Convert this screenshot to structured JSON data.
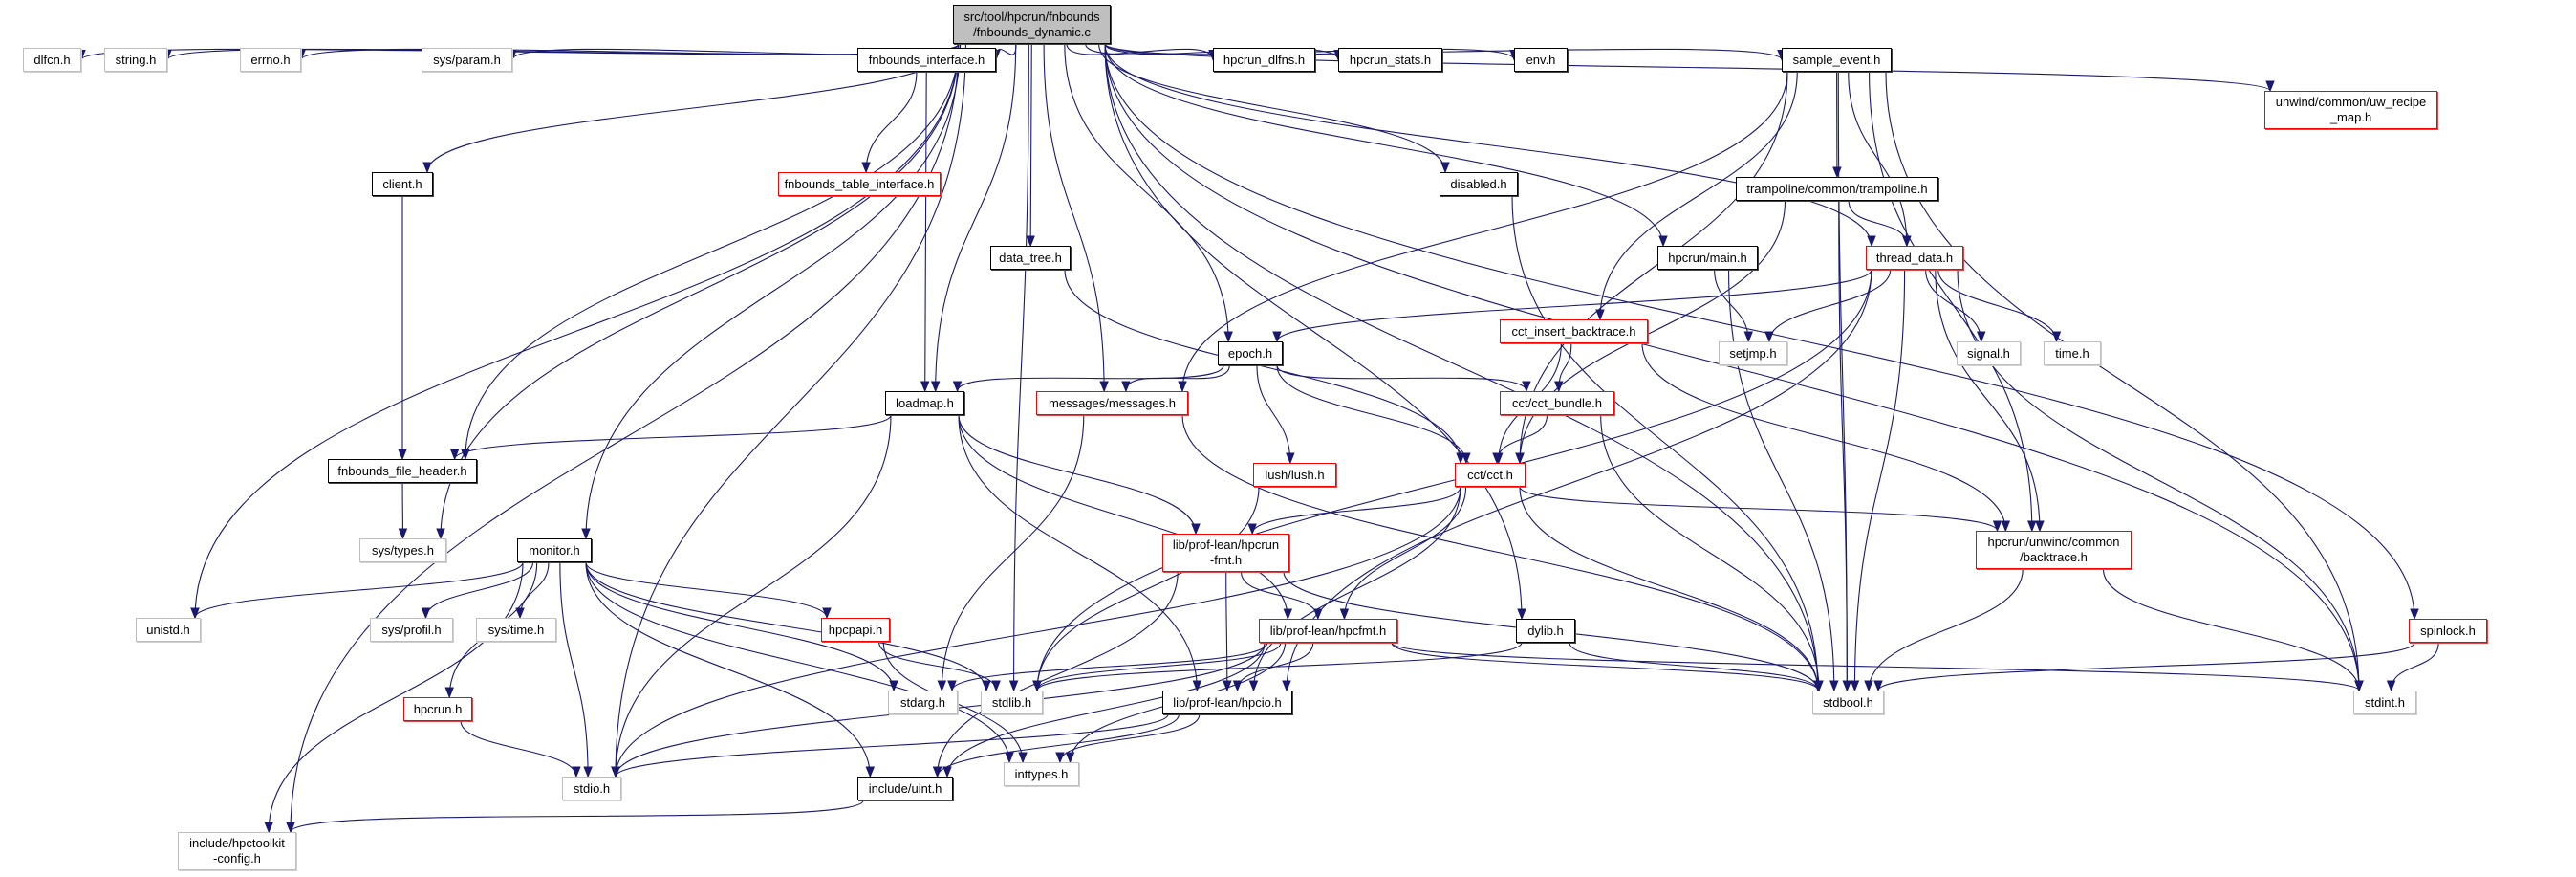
{
  "diagram": {
    "title": "src/tool/hpcrun/fnbounds/fnbounds_dynamic.c include dependency graph",
    "colors": {
      "edge": "#191970",
      "root_fill": "#bfbfbf",
      "documented_border": "#000000",
      "truncated_border": "#ff0000",
      "system_border": "#bfbfbf"
    },
    "legend_kinds": {
      "root": "file being documented (gray)",
      "local": "documented header (black border)",
      "red": "header with truncated include graph (red border)",
      "system": "system / undocumented header (gray border)"
    },
    "nodes": [
      {
        "id": "root",
        "label": "src/tool/hpcrun/fnbounds\n/fnbounds_dynamic.c",
        "kind": "root"
      },
      {
        "id": "dlfcn",
        "label": "dlfcn.h",
        "kind": "system"
      },
      {
        "id": "string",
        "label": "string.h",
        "kind": "system"
      },
      {
        "id": "errno",
        "label": "errno.h",
        "kind": "system"
      },
      {
        "id": "sysparam",
        "label": "sys/param.h",
        "kind": "system"
      },
      {
        "id": "fnbiface",
        "label": "fnbounds_interface.h",
        "kind": "local"
      },
      {
        "id": "dlfns",
        "label": "hpcrun_dlfns.h",
        "kind": "local"
      },
      {
        "id": "stats",
        "label": "hpcrun_stats.h",
        "kind": "local"
      },
      {
        "id": "env",
        "label": "env.h",
        "kind": "local"
      },
      {
        "id": "sample",
        "label": "sample_event.h",
        "kind": "local"
      },
      {
        "id": "uwmap",
        "label": "unwind/common/uw_recipe\n_map.h",
        "kind": "red"
      },
      {
        "id": "client",
        "label": "client.h",
        "kind": "local"
      },
      {
        "id": "fntable",
        "label": "fnbounds_table_interface.h",
        "kind": "red"
      },
      {
        "id": "disabled",
        "label": "disabled.h",
        "kind": "local"
      },
      {
        "id": "tramp",
        "label": "trampoline/common/trampoline.h",
        "kind": "local"
      },
      {
        "id": "datatree",
        "label": "data_tree.h",
        "kind": "local"
      },
      {
        "id": "hmain",
        "label": "hpcrun/main.h",
        "kind": "local"
      },
      {
        "id": "thread",
        "label": "thread_data.h",
        "kind": "red"
      },
      {
        "id": "epoch",
        "label": "epoch.h",
        "kind": "local"
      },
      {
        "id": "cctins",
        "label": "cct_insert_backtrace.h",
        "kind": "red"
      },
      {
        "id": "setjmp",
        "label": "setjmp.h",
        "kind": "system"
      },
      {
        "id": "signal",
        "label": "signal.h",
        "kind": "system"
      },
      {
        "id": "time",
        "label": "time.h",
        "kind": "system"
      },
      {
        "id": "loadmap",
        "label": "loadmap.h",
        "kind": "local"
      },
      {
        "id": "messages",
        "label": "messages/messages.h",
        "kind": "red"
      },
      {
        "id": "bundle",
        "label": "cct/cct_bundle.h",
        "kind": "red"
      },
      {
        "id": "fnbfh",
        "label": "fnbounds_file_header.h",
        "kind": "local"
      },
      {
        "id": "lush",
        "label": "lush/lush.h",
        "kind": "red"
      },
      {
        "id": "cct",
        "label": "cct/cct.h",
        "kind": "red"
      },
      {
        "id": "systypes",
        "label": "sys/types.h",
        "kind": "system"
      },
      {
        "id": "monitor",
        "label": "monitor.h",
        "kind": "local"
      },
      {
        "id": "hpcrunfmt",
        "label": "lib/prof-lean/hpcrun\n-fmt.h",
        "kind": "red"
      },
      {
        "id": "backtrace",
        "label": "hpcrun/unwind/common\n/backtrace.h",
        "kind": "red"
      },
      {
        "id": "unistd",
        "label": "unistd.h",
        "kind": "system"
      },
      {
        "id": "sysprofil",
        "label": "sys/profil.h",
        "kind": "system"
      },
      {
        "id": "systime",
        "label": "sys/time.h",
        "kind": "system"
      },
      {
        "id": "hpcpapi",
        "label": "hpcpapi.h",
        "kind": "red"
      },
      {
        "id": "hpcfmt",
        "label": "lib/prof-lean/hpcfmt.h",
        "kind": "red"
      },
      {
        "id": "dylib",
        "label": "dylib.h",
        "kind": "local"
      },
      {
        "id": "spinlock",
        "label": "spinlock.h",
        "kind": "red"
      },
      {
        "id": "hpcrunh",
        "label": "hpcrun.h",
        "kind": "red"
      },
      {
        "id": "stdarg",
        "label": "stdarg.h",
        "kind": "system"
      },
      {
        "id": "stdlib",
        "label": "stdlib.h",
        "kind": "system"
      },
      {
        "id": "hpcio",
        "label": "lib/prof-lean/hpcio.h",
        "kind": "local"
      },
      {
        "id": "stdbool",
        "label": "stdbool.h",
        "kind": "system"
      },
      {
        "id": "stdint",
        "label": "stdint.h",
        "kind": "system"
      },
      {
        "id": "stdio",
        "label": "stdio.h",
        "kind": "system"
      },
      {
        "id": "uint",
        "label": "include/uint.h",
        "kind": "local"
      },
      {
        "id": "inttypes",
        "label": "inttypes.h",
        "kind": "system"
      },
      {
        "id": "config",
        "label": "include/hpctoolkit\n-config.h",
        "kind": "system"
      }
    ],
    "edges": [
      [
        "root",
        "dlfcn"
      ],
      [
        "root",
        "string"
      ],
      [
        "root",
        "errno"
      ],
      [
        "root",
        "sysparam"
      ],
      [
        "root",
        "fnbiface"
      ],
      [
        "root",
        "dlfns"
      ],
      [
        "root",
        "stats"
      ],
      [
        "root",
        "env"
      ],
      [
        "root",
        "sample"
      ],
      [
        "root",
        "uwmap"
      ],
      [
        "root",
        "client"
      ],
      [
        "root",
        "disabled"
      ],
      [
        "root",
        "datatree"
      ],
      [
        "root",
        "hmain"
      ],
      [
        "root",
        "thread"
      ],
      [
        "root",
        "epoch"
      ],
      [
        "root",
        "loadmap"
      ],
      [
        "root",
        "messages"
      ],
      [
        "root",
        "fnbfh"
      ],
      [
        "root",
        "systypes"
      ],
      [
        "root",
        "monitor"
      ],
      [
        "root",
        "unistd"
      ],
      [
        "root",
        "stdio"
      ],
      [
        "root",
        "stdlib"
      ],
      [
        "root",
        "config"
      ],
      [
        "root",
        "dylib"
      ],
      [
        "root",
        "spinlock"
      ],
      [
        "root",
        "stdbool"
      ],
      [
        "root",
        "stdint"
      ],
      [
        "fnbiface",
        "fntable"
      ],
      [
        "fnbiface",
        "loadmap"
      ],
      [
        "client",
        "fnbfh"
      ],
      [
        "sample",
        "tramp"
      ],
      [
        "sample",
        "thread"
      ],
      [
        "sample",
        "cctins"
      ],
      [
        "sample",
        "messages"
      ],
      [
        "sample",
        "cct"
      ],
      [
        "sample",
        "backtrace"
      ],
      [
        "sample",
        "stdbool"
      ],
      [
        "sample",
        "stdint"
      ],
      [
        "tramp",
        "thread"
      ],
      [
        "tramp",
        "cct"
      ],
      [
        "tramp",
        "stdbool"
      ],
      [
        "disabled",
        "stdbool"
      ],
      [
        "datatree",
        "cct"
      ],
      [
        "hmain",
        "setjmp"
      ],
      [
        "hmain",
        "stdbool"
      ],
      [
        "thread",
        "epoch"
      ],
      [
        "thread",
        "setjmp"
      ],
      [
        "thread",
        "signal"
      ],
      [
        "thread",
        "time"
      ],
      [
        "thread",
        "backtrace"
      ],
      [
        "thread",
        "stdbool"
      ],
      [
        "thread",
        "stdint"
      ],
      [
        "thread",
        "stdlib"
      ],
      [
        "thread",
        "hpcio"
      ],
      [
        "epoch",
        "loadmap"
      ],
      [
        "epoch",
        "messages"
      ],
      [
        "epoch",
        "bundle"
      ],
      [
        "epoch",
        "cct"
      ],
      [
        "epoch",
        "lush"
      ],
      [
        "cctins",
        "bundle"
      ],
      [
        "cctins",
        "cct"
      ],
      [
        "cctins",
        "backtrace"
      ],
      [
        "loadmap",
        "fnbfh"
      ],
      [
        "loadmap",
        "hpcrunfmt"
      ],
      [
        "loadmap",
        "hpcfmt"
      ],
      [
        "loadmap",
        "hpcio"
      ],
      [
        "loadmap",
        "stdio"
      ],
      [
        "messages",
        "stdarg"
      ],
      [
        "messages",
        "stdbool"
      ],
      [
        "bundle",
        "cct"
      ],
      [
        "bundle",
        "stdbool"
      ],
      [
        "fnbfh",
        "systypes"
      ],
      [
        "lush",
        "stdlib"
      ],
      [
        "cct",
        "hpcrunfmt"
      ],
      [
        "cct",
        "hpcfmt"
      ],
      [
        "cct",
        "backtrace"
      ],
      [
        "cct",
        "hpcio"
      ],
      [
        "cct",
        "stdbool"
      ],
      [
        "cct",
        "stdio"
      ],
      [
        "monitor",
        "unistd"
      ],
      [
        "monitor",
        "sysprofil"
      ],
      [
        "monitor",
        "systime"
      ],
      [
        "monitor",
        "hpcpapi"
      ],
      [
        "monitor",
        "hpcrunh"
      ],
      [
        "monitor",
        "stdarg"
      ],
      [
        "monitor",
        "stdlib"
      ],
      [
        "monitor",
        "stdio"
      ],
      [
        "monitor",
        "uint"
      ],
      [
        "monitor",
        "inttypes"
      ],
      [
        "monitor",
        "config"
      ],
      [
        "hpcrunfmt",
        "hpcfmt"
      ],
      [
        "hpcrunfmt",
        "hpcio"
      ],
      [
        "hpcrunfmt",
        "uint"
      ],
      [
        "hpcrunfmt",
        "stdbool"
      ],
      [
        "backtrace",
        "stdbool"
      ],
      [
        "backtrace",
        "stdint"
      ],
      [
        "hpcpapi",
        "stdlib"
      ],
      [
        "hpcpapi",
        "inttypes"
      ],
      [
        "hpcfmt",
        "hpcio"
      ],
      [
        "hpcfmt",
        "stdlib"
      ],
      [
        "hpcfmt",
        "stdarg"
      ],
      [
        "hpcfmt",
        "stdio"
      ],
      [
        "hpcfmt",
        "uint"
      ],
      [
        "hpcfmt",
        "inttypes"
      ],
      [
        "hpcfmt",
        "stdbool"
      ],
      [
        "hpcfmt",
        "stdint"
      ],
      [
        "dylib",
        "stdlib"
      ],
      [
        "dylib",
        "stdbool"
      ],
      [
        "spinlock",
        "stdbool"
      ],
      [
        "spinlock",
        "stdint"
      ],
      [
        "hpcrunh",
        "stdio"
      ],
      [
        "hpcio",
        "stdio"
      ],
      [
        "hpcio",
        "uint"
      ],
      [
        "hpcio",
        "inttypes"
      ],
      [
        "uint",
        "config"
      ]
    ]
  }
}
